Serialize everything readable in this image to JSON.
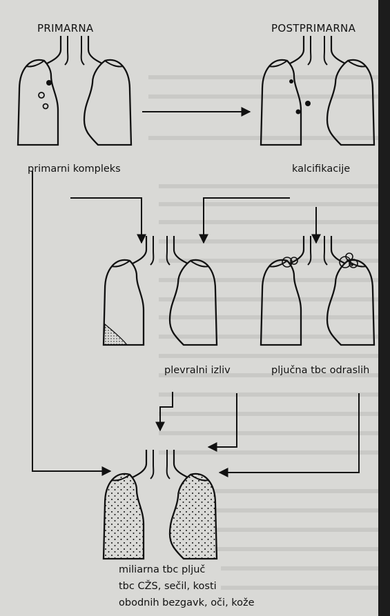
{
  "diagram": {
    "title_left": "PRIMARNA",
    "title_right": "POSTPRIMARNA",
    "label_primary_complex": "primarni kompleks",
    "label_calcification": "kalcifikacije",
    "label_pleural_effusion": "plevralni izliv",
    "label_adult_tb": "pljučna tbc odraslih",
    "label_miliary_line1": "miliarna tbc pljuč",
    "label_miliary_line2": "tbc CŽS, sečil, kosti",
    "label_miliary_line3": "obodnih bezgavk, oči, kože"
  },
  "colors": {
    "paper": "#d9d9d6",
    "ink": "#111111",
    "bleed_text": "#b3b3b0",
    "dark_edge": "#1c1c1c"
  }
}
